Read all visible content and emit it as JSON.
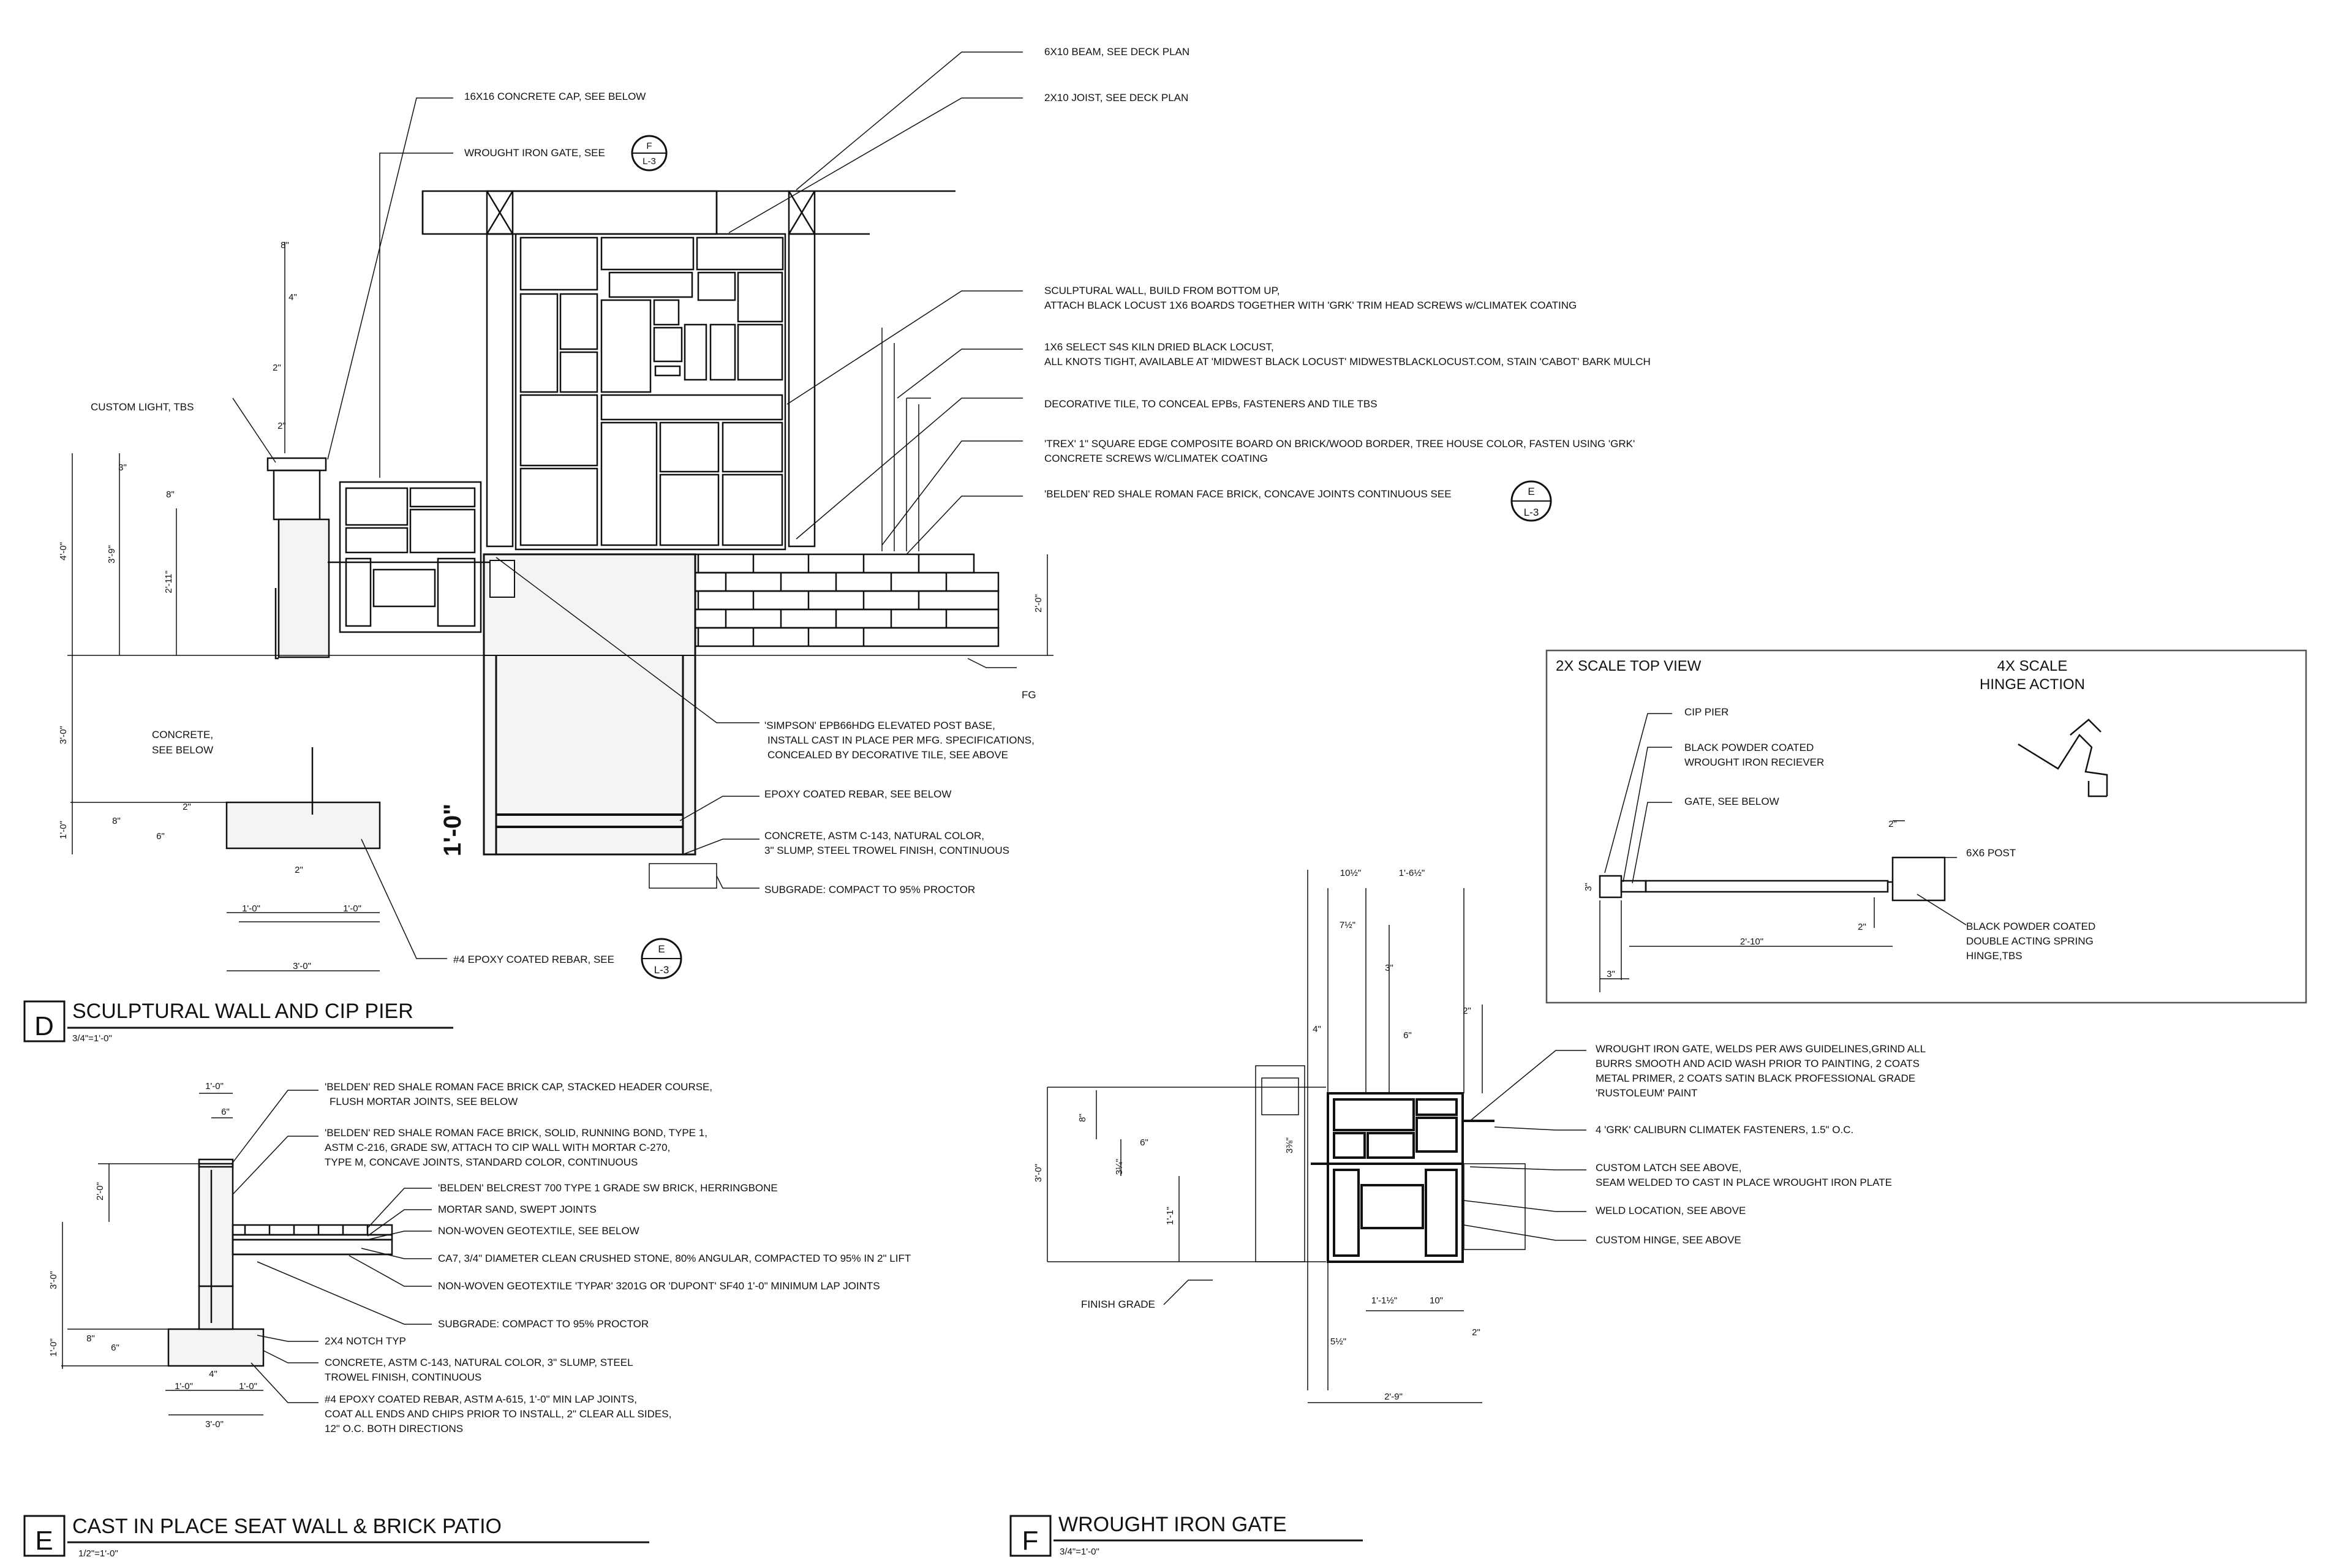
{
  "details": {
    "D": {
      "letter": "D",
      "title": "SCULPTURAL WALL AND CIP PIER",
      "scale": "3/4\"=1'-0\"",
      "notes": [
        "16X16 CONCRETE CAP, SEE BELOW",
        "WROUGHT IRON GATE, SEE",
        "CUSTOM LIGHT, TBS",
        "CONCRETE,",
        "SEE BELOW",
        "#4 EPOXY COATED REBAR, SEE",
        "6X10 BEAM, SEE DECK PLAN",
        "2X10 JOIST, SEE DECK PLAN",
        "SCULPTURAL WALL, BUILD FROM BOTTOM UP,",
        "ATTACH BLACK LOCUST 1X6 BOARDS TOGETHER WITH 'GRK' TRIM HEAD SCREWS w/CLIMATEK COATING",
        "1X6 SELECT S4S KILN DRIED BLACK LOCUST,",
        "ALL KNOTS TIGHT, AVAILABLE AT 'MIDWEST BLACK LOCUST' MIDWESTBLACKLOCUST.COM, STAIN 'CABOT' BARK MULCH",
        "DECORATIVE TILE, TO CONCEAL EPBs, FASTENERS AND TILE TBS",
        "'TREX' 1\" SQUARE EDGE COMPOSITE BOARD ON BRICK/WOOD BORDER, TREE HOUSE COLOR, FASTEN USING 'GRK'",
        "CONCRETE SCREWS W/CLIMATEK COATING",
        "'BELDEN' RED SHALE ROMAN FACE BRICK, CONCAVE JOINTS CONTINUOUS SEE",
        "FG",
        "'SIMPSON' EPB66HDG ELEVATED POST BASE,",
        "INSTALL CAST IN PLACE PER MFG. SPECIFICATIONS,",
        "CONCEALED BY DECORATIVE TILE, SEE ABOVE",
        "EPOXY COATED REBAR, SEE BELOW",
        "CONCRETE, ASTM C-143, NATURAL COLOR,",
        "3\" SLUMP, STEEL TROWEL FINISH, CONTINUOUS",
        "SUBGRADE: COMPACT TO 95% PROCTOR"
      ],
      "dims": [
        "8\"",
        "4\"",
        "2\"",
        "2\"",
        "3\"",
        "8\"",
        "4'-0\"",
        "3'-9\"",
        "2'-11\"",
        "3'-0\"",
        "1'-0\"",
        "8\"",
        "6\"",
        "2\"",
        "2\"",
        "1'-0\"",
        "1'-0\"",
        "3'-0\"",
        "2'-0\"",
        "1'-0\""
      ],
      "refs": [
        {
          "top": "F",
          "bottom": "L-3"
        },
        {
          "top": "E",
          "bottom": "L-3"
        },
        {
          "top": "E",
          "bottom": "L-3"
        }
      ]
    },
    "E": {
      "letter": "E",
      "title": "CAST IN PLACE SEAT WALL & BRICK PATIO",
      "scale": "1/2\"=1'-0\"",
      "notes": [
        "'BELDEN' RED SHALE ROMAN FACE BRICK CAP, STACKED HEADER COURSE,",
        "FLUSH MORTAR JOINTS, SEE BELOW",
        "'BELDEN' RED SHALE ROMAN FACE BRICK, SOLID, RUNNING BOND, TYPE 1,",
        "ASTM C-216, GRADE SW, ATTACH TO CIP WALL WITH MORTAR C-270,",
        "TYPE M, CONCAVE JOINTS, STANDARD COLOR, CONTINUOUS",
        "'BELDEN' BELCREST 700 TYPE 1 GRADE SW BRICK, HERRINGBONE",
        "MORTAR SAND, SWEPT JOINTS",
        "NON-WOVEN GEOTEXTILE, SEE BELOW",
        "CA7, 3/4\" DIAMETER CLEAN CRUSHED STONE, 80% ANGULAR, COMPACTED TO 95% IN 2\" LIFT",
        "NON-WOVEN GEOTEXTILE 'TYPAR' 3201G OR 'DUPONT' SF40 1'-0\" MINIMUM LAP JOINTS",
        "SUBGRADE: COMPACT TO 95% PROCTOR",
        "2X4 NOTCH TYP",
        "CONCRETE, ASTM C-143, NATURAL COLOR, 3\" SLUMP, STEEL",
        "TROWEL FINISH, CONTINUOUS",
        "#4 EPOXY COATED REBAR, ASTM A-615, 1'-0\" MIN LAP JOINTS,",
        "COAT ALL ENDS AND CHIPS PRIOR TO INSTALL, 2\" CLEAR ALL SIDES,",
        "12\" O.C. BOTH DIRECTIONS"
      ],
      "dims": [
        "1'-0\"",
        "6\"",
        "2'-0\"",
        "3'-0\"",
        "1'-0\"",
        "8\"",
        "6\"",
        "4\"",
        "1'-0\"",
        "1'-0\"",
        "3'-0\""
      ]
    },
    "F": {
      "letter": "F",
      "title": "WROUGHT IRON GATE",
      "scale": "3/4\"=1'-0\"",
      "notes": [
        "WROUGHT IRON GATE, WELDS PER AWS GUIDELINES,GRIND ALL",
        "BURRS SMOOTH AND ACID WASH PRIOR TO PAINTING, 2 COATS",
        "METAL PRIMER, 2 COATS SATIN BLACK PROFESSIONAL GRADE",
        "'RUSTOLEUM' PAINT",
        "4 'GRK' CALIBURN CLIMATEK FASTENERS, 1.5\" O.C.",
        "CUSTOM LATCH SEE ABOVE,",
        "SEAM WELDED TO CAST IN PLACE WROUGHT IRON PLATE",
        "WELD LOCATION, SEE ABOVE",
        "CUSTOM HINGE, SEE ABOVE",
        "FINISH GRADE"
      ],
      "dims": [
        "10½\"",
        "1'-6½\"",
        "7½\"",
        "3\"",
        "4\"",
        "6\"",
        "2\"",
        "8\"",
        "6\"",
        "3¼\"",
        "3⅜\"",
        "3'-0\"",
        "1'-1\"",
        "1'-1½\"",
        "10\"",
        "5½\"",
        "2\"",
        "2'-9\""
      ]
    },
    "inset": {
      "title": "2X SCALE TOP VIEW",
      "hinge_title_1": "4X SCALE",
      "hinge_title_2": "HINGE ACTION",
      "notes": [
        "CIP PIER",
        "BLACK POWDER COATED",
        "WROUGHT IRON RECIEVER",
        "GATE, SEE BELOW",
        "6X6 POST",
        "BLACK POWDER COATED",
        "DOUBLE ACTING SPRING",
        "HINGE,TBS"
      ],
      "dims": [
        "3\"",
        "2\"",
        "2\"",
        "2'-10\"",
        "3\""
      ]
    }
  }
}
